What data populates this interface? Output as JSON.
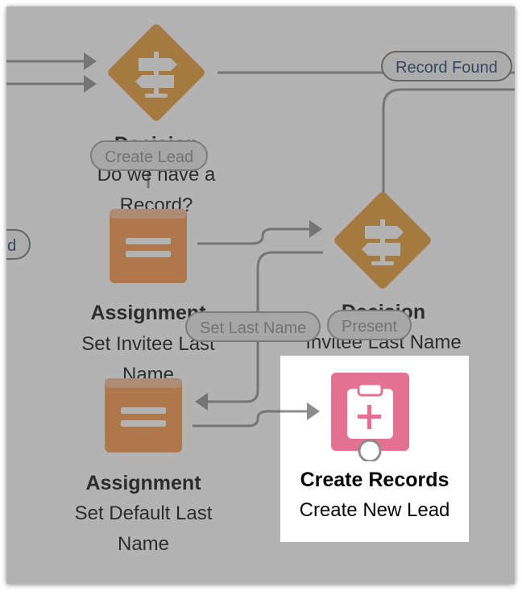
{
  "connectors": {
    "record_found": "Record Found",
    "create_lead": "Create Lead",
    "left_partial": "nd",
    "set_last_name": "Set Last Name",
    "present": "Present"
  },
  "nodes": {
    "decision_1": {
      "type": "Decision",
      "label": "Do we have a Record?"
    },
    "assignment_1": {
      "type": "Assignment",
      "label": "Set Invitee Last Name"
    },
    "decision_2": {
      "type": "Decision",
      "label": "Invitee Last Name Exists?"
    },
    "assignment_2": {
      "type": "Assignment",
      "label": "Set Default Last Name"
    },
    "create_records": {
      "type": "Create Records",
      "label": "Create New Lead"
    }
  },
  "colors": {
    "decision": "#e4962e",
    "assignment": "#f5933f",
    "create_records": "#e47191",
    "connector": "#8c8c8c"
  },
  "icons": {
    "decision": "signpost-icon",
    "assignment": "equals-icon",
    "create_records": "clipboard-plus-icon"
  }
}
